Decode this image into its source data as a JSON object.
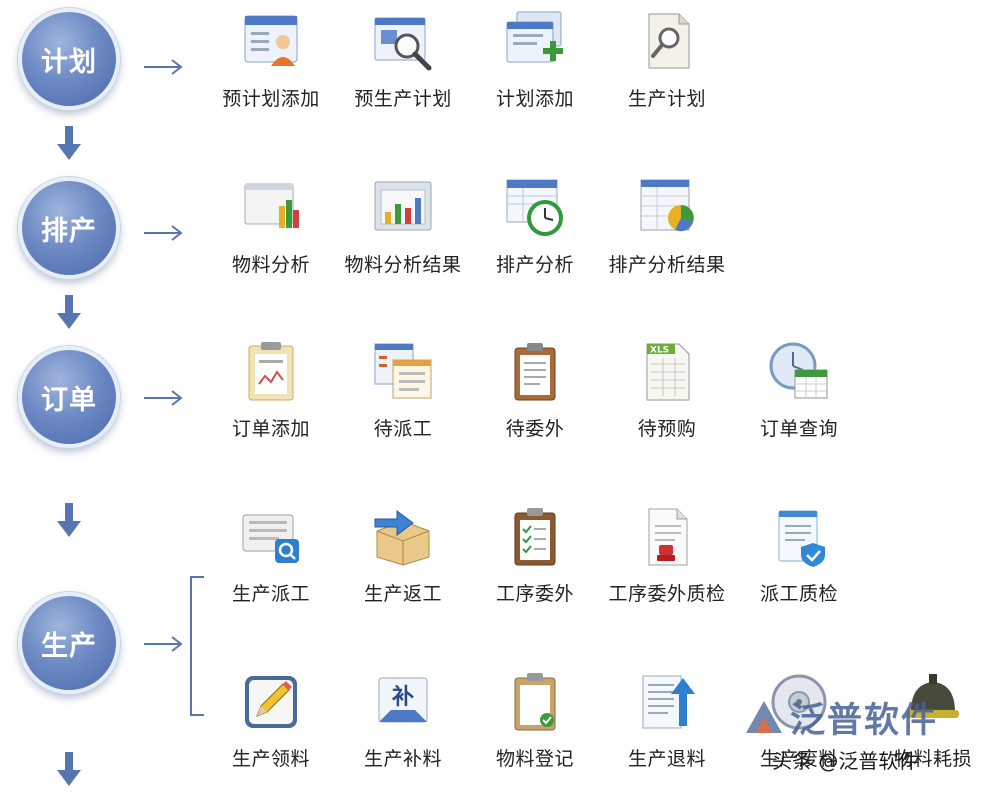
{
  "stages": [
    {
      "id": "plan",
      "label": "计划"
    },
    {
      "id": "schedule",
      "label": "排产"
    },
    {
      "id": "order",
      "label": "订单"
    },
    {
      "id": "production",
      "label": "生产"
    }
  ],
  "rows": {
    "plan": [
      {
        "label": "预计划添加",
        "icon": "user-card-icon"
      },
      {
        "label": "预生产计划",
        "icon": "magnifier-window-icon"
      },
      {
        "label": "计划添加",
        "icon": "add-window-icon"
      },
      {
        "label": "生产计划",
        "icon": "search-document-icon"
      }
    ],
    "schedule": [
      {
        "label": "物料分析",
        "icon": "bar-chart-window-icon"
      },
      {
        "label": "物料分析结果",
        "icon": "bar-chart-folder-icon"
      },
      {
        "label": "排产分析",
        "icon": "calendar-clock-icon"
      },
      {
        "label": "排产分析结果",
        "icon": "spreadsheet-pie-icon"
      }
    ],
    "order": [
      {
        "label": "订单添加",
        "icon": "clipboard-chart-icon"
      },
      {
        "label": "待派工",
        "icon": "stacked-forms-icon"
      },
      {
        "label": "待委外",
        "icon": "clipboard-icon"
      },
      {
        "label": "待预购",
        "icon": "xls-sheet-icon"
      },
      {
        "label": "订单查询",
        "icon": "clock-calendar-icon"
      }
    ],
    "production_top": [
      {
        "label": "生产派工",
        "icon": "keyboard-search-icon"
      },
      {
        "label": "生产返工",
        "icon": "box-arrow-icon"
      },
      {
        "label": "工序委外",
        "icon": "checklist-clipboard-icon"
      },
      {
        "label": "工序委外质检",
        "icon": "stamped-document-icon"
      },
      {
        "label": "派工质检",
        "icon": "shield-document-icon"
      }
    ],
    "production_bottom": [
      {
        "label": "生产领料",
        "icon": "pencil-tile-icon"
      },
      {
        "label": "生产补料",
        "icon": "patch-tile-icon"
      },
      {
        "label": "物料登记",
        "icon": "clipboard-register-icon"
      },
      {
        "label": "生产退料",
        "icon": "upload-document-icon"
      },
      {
        "label": "生产废料",
        "icon": "disc-waste-icon"
      },
      {
        "label": "物料耗损",
        "icon": "helmet-icon"
      }
    ]
  },
  "watermark": {
    "logo_text": "泛普软件",
    "line": "头条 @泛普软件"
  },
  "colors": {
    "stage_circle": "#5a78b8",
    "arrow": "#5676b2",
    "label_text": "#222222"
  }
}
